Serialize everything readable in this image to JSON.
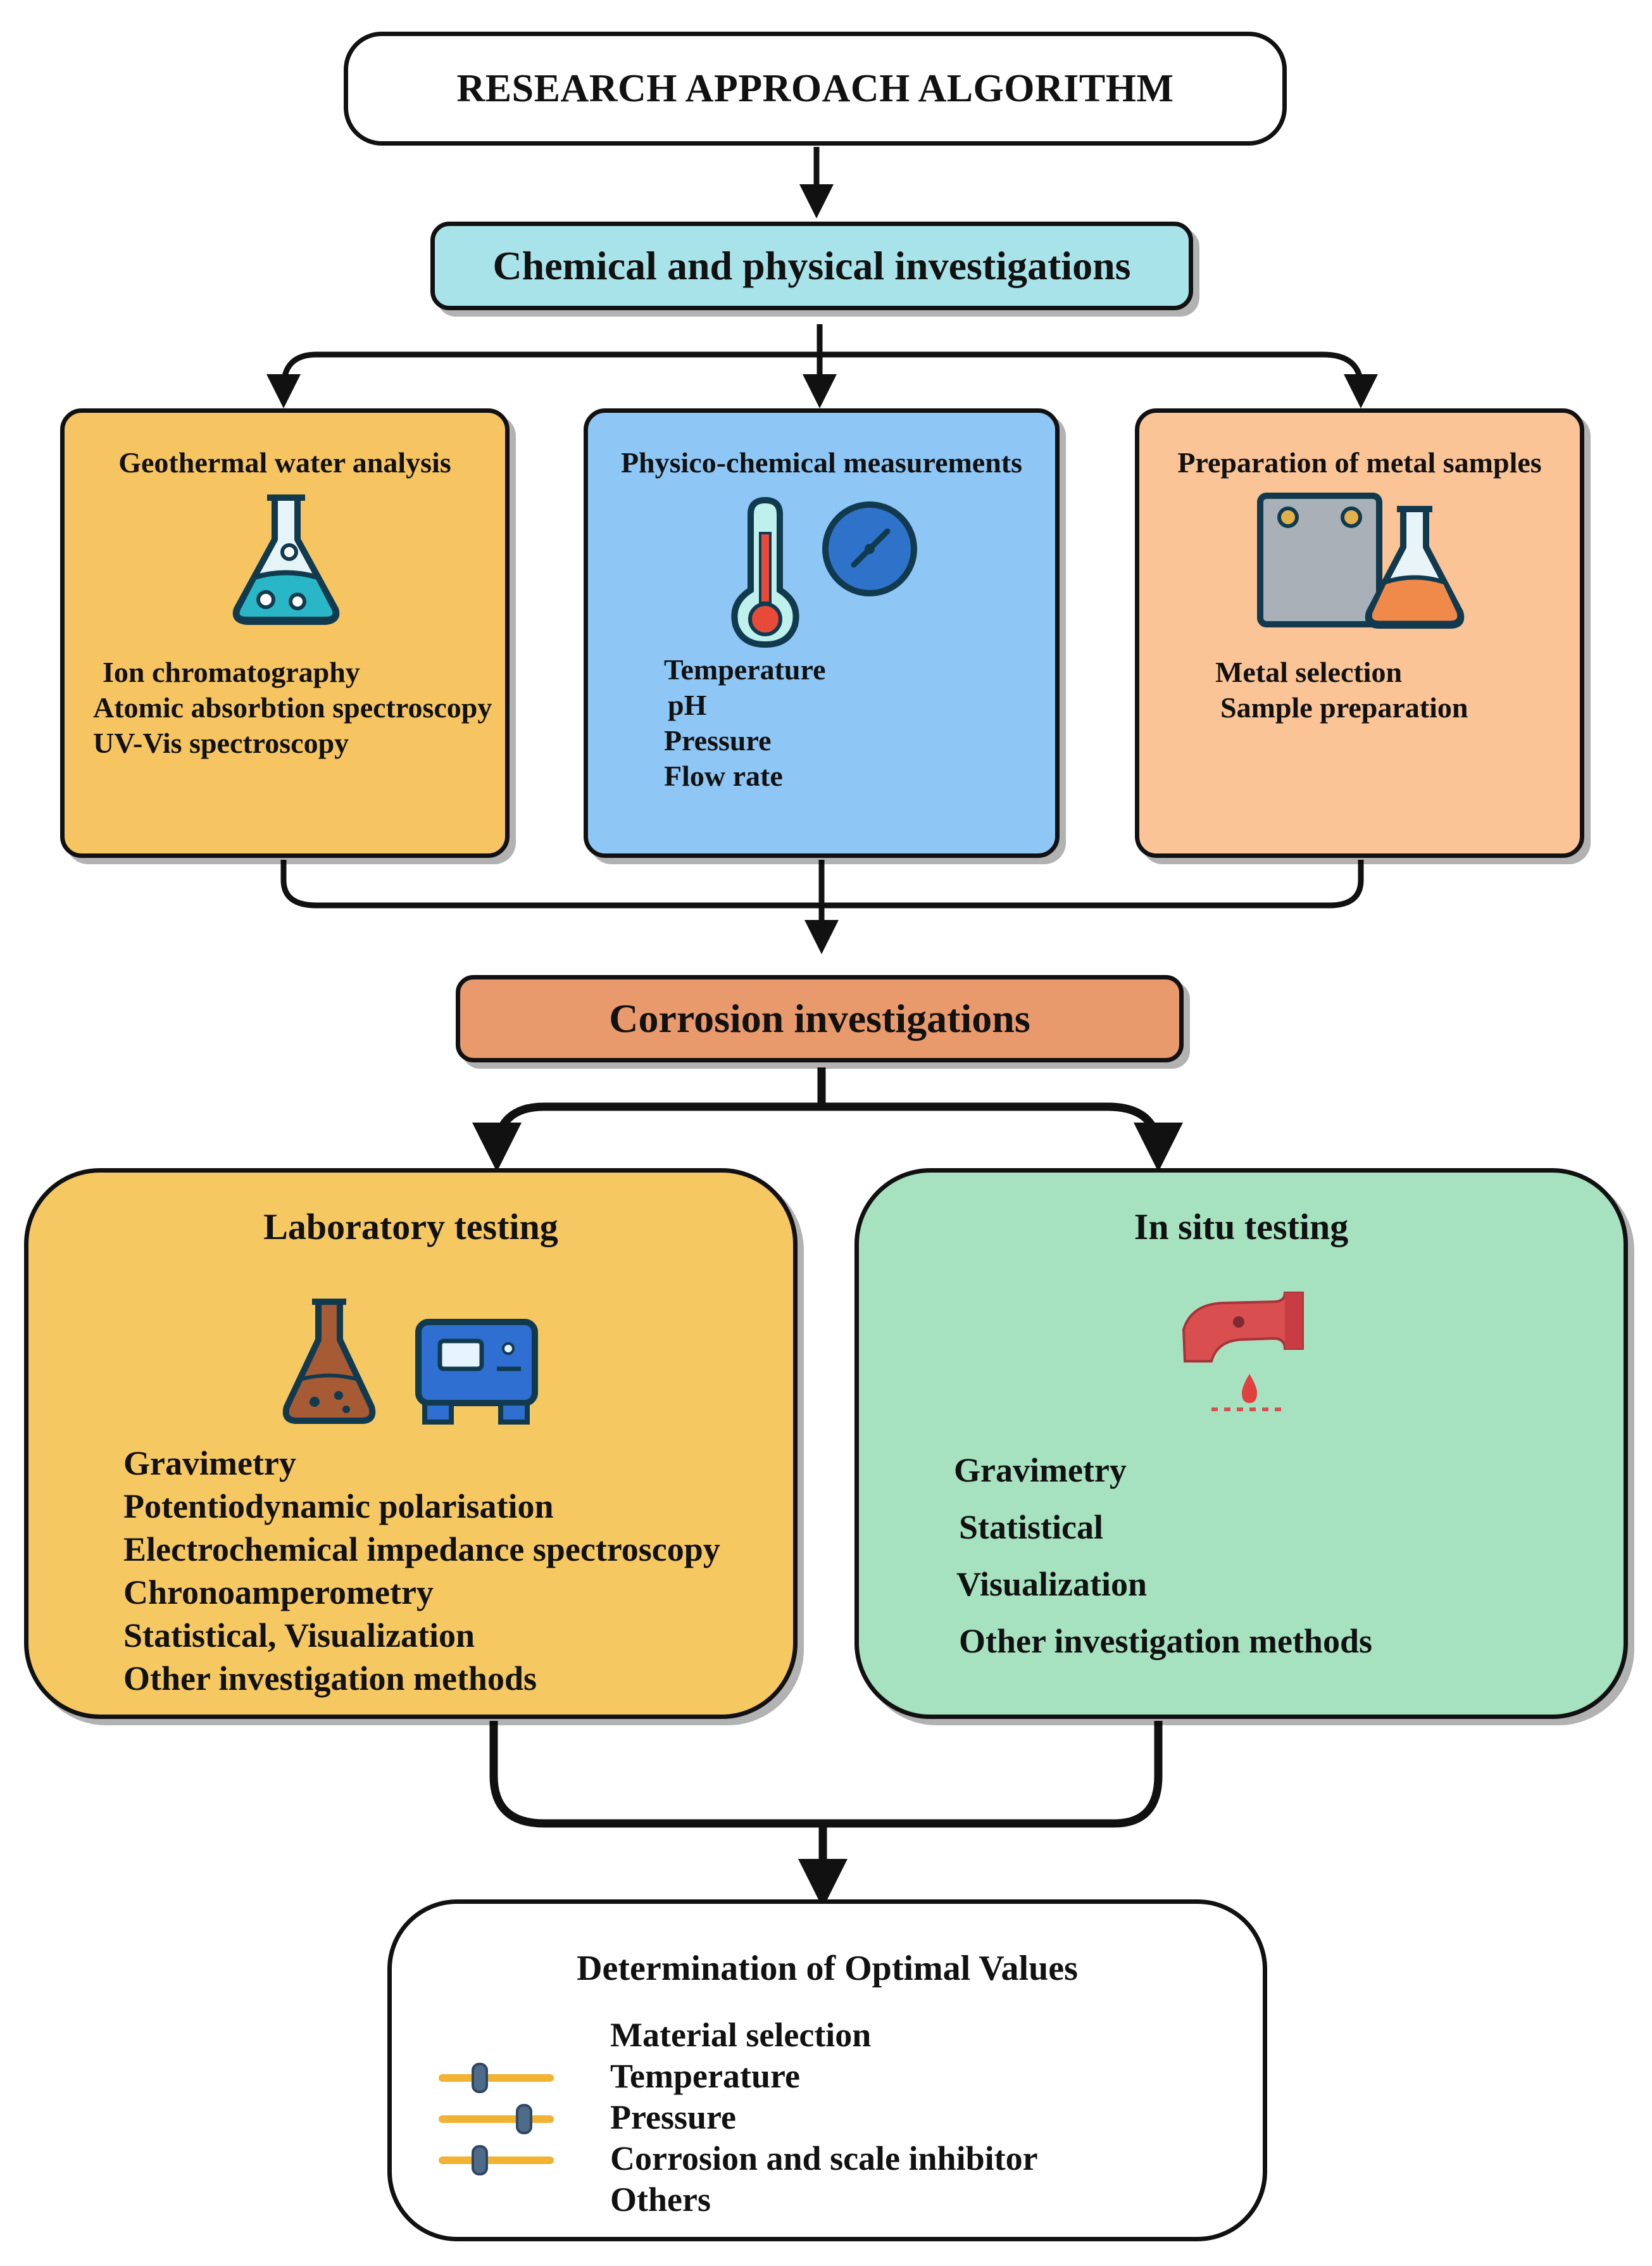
{
  "title": "RESEARCH APPROACH ALGORITHM",
  "stage1": {
    "label": "Chemical and physical investigations",
    "color": "#a9e3ea"
  },
  "panels": [
    {
      "title": "Geothermal water analysis",
      "color": "#f6c561",
      "items": [
        "Ion chromatography",
        "Atomic absorbtion spectroscopy",
        "UV-Vis spectroscopy"
      ],
      "icons": [
        "flask-icon"
      ]
    },
    {
      "title": "Physico-chemical measurements",
      "color": "#8ec7f6",
      "items": [
        "Temperature",
        "pH",
        "Pressure",
        "Flow rate"
      ],
      "icons": [
        "thermometer-icon",
        "gauge-icon"
      ]
    },
    {
      "title": "Preparation of metal samples",
      "color": "#fbc496",
      "items": [
        "Metal selection",
        "Sample preparation"
      ],
      "icons": [
        "metal-plate-icon",
        "flask-icon"
      ]
    }
  ],
  "stage2": {
    "label": "Corrosion investigations",
    "color": "#e89a6c"
  },
  "testing": [
    {
      "title": "Laboratory testing",
      "color": "#f6c862",
      "items": [
        "Gravimetry",
        "Potentiodynamic polarisation",
        "Electrochemical impedance spectroscopy",
        "Chronoamperometry",
        "Statistical, Visualization",
        "Other investigation methods"
      ],
      "icons": [
        "flask-icon",
        "instrument-icon"
      ]
    },
    {
      "title": "In situ testing",
      "color": "#a6e2c0",
      "items": [
        "Gravimetry",
        "Statistical",
        "Visualization",
        "Other investigation methods"
      ],
      "icons": [
        "pipe-leak-icon"
      ]
    }
  ],
  "result": {
    "title": "Determination of Optimal Values",
    "items": [
      "Material selection",
      "Temperature",
      "Pressure",
      "Corrosion and scale inhibitor",
      "Others"
    ],
    "icons": [
      "sliders-icon"
    ]
  }
}
